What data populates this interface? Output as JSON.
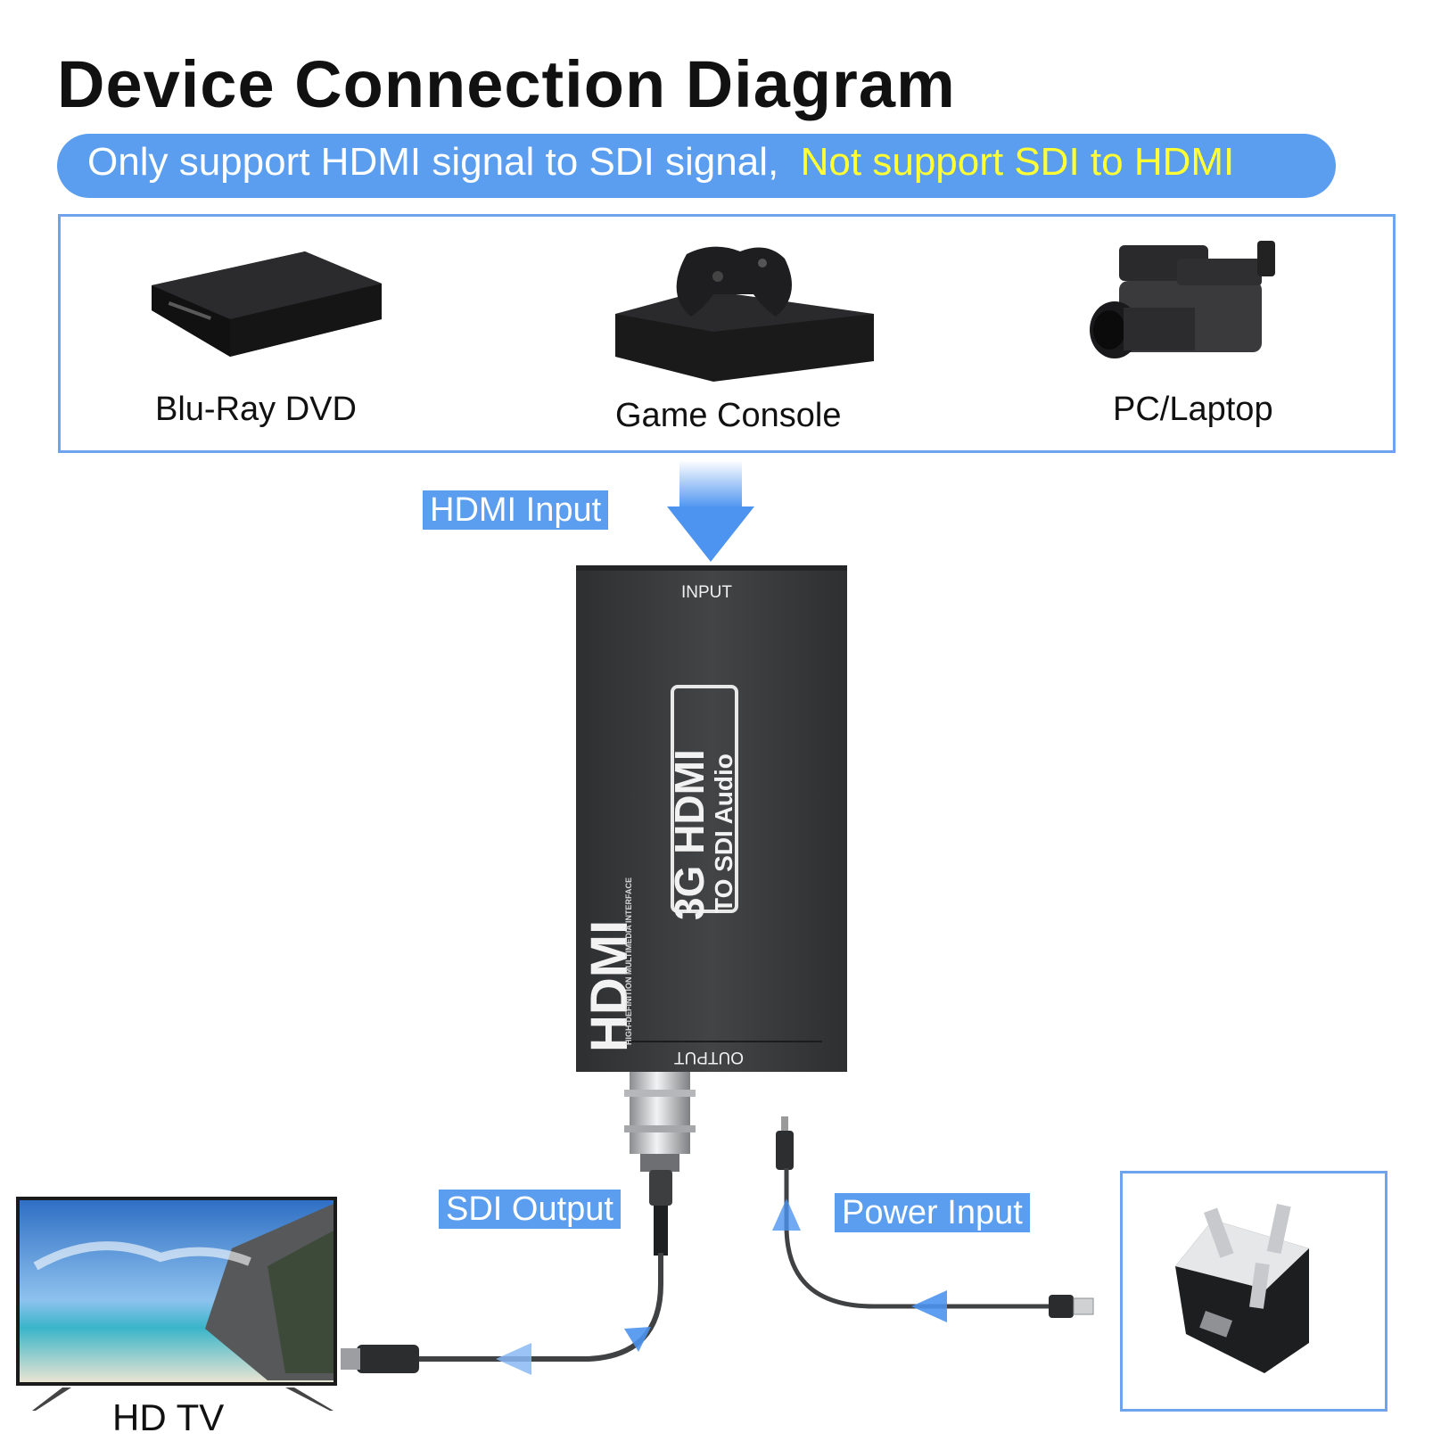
{
  "header": {
    "title": "Device Connection Diagram",
    "banner_main": "Only support HDMI signal to SDI signal,",
    "banner_warning": "Not support SDI to HDMI"
  },
  "sources": [
    {
      "label": "Blu-Ray DVD",
      "icon": "bluray-player-icon"
    },
    {
      "label": "Game Console",
      "icon": "game-console-icon"
    },
    {
      "label": "PC/Laptop",
      "icon": "camcorder-icon"
    }
  ],
  "tags": {
    "hdmi_input": "HDMI Input",
    "sdi_output": "SDI Output",
    "power_input": "Power Input"
  },
  "converter": {
    "input_label": "INPUT",
    "output_label": "OUTPUT",
    "logo_text": "HDMI",
    "logo_subtitle": "HIGH-DEFINITION MULTIMEDIA INTERFACE",
    "product_text": "3G HDMI",
    "product_sub": "TO SDI Audio"
  },
  "sink": {
    "label": "HD TV"
  },
  "colors": {
    "accent": "#5b9ef0",
    "warning_text": "#ffff33",
    "device_body": "#3a3b3d"
  }
}
